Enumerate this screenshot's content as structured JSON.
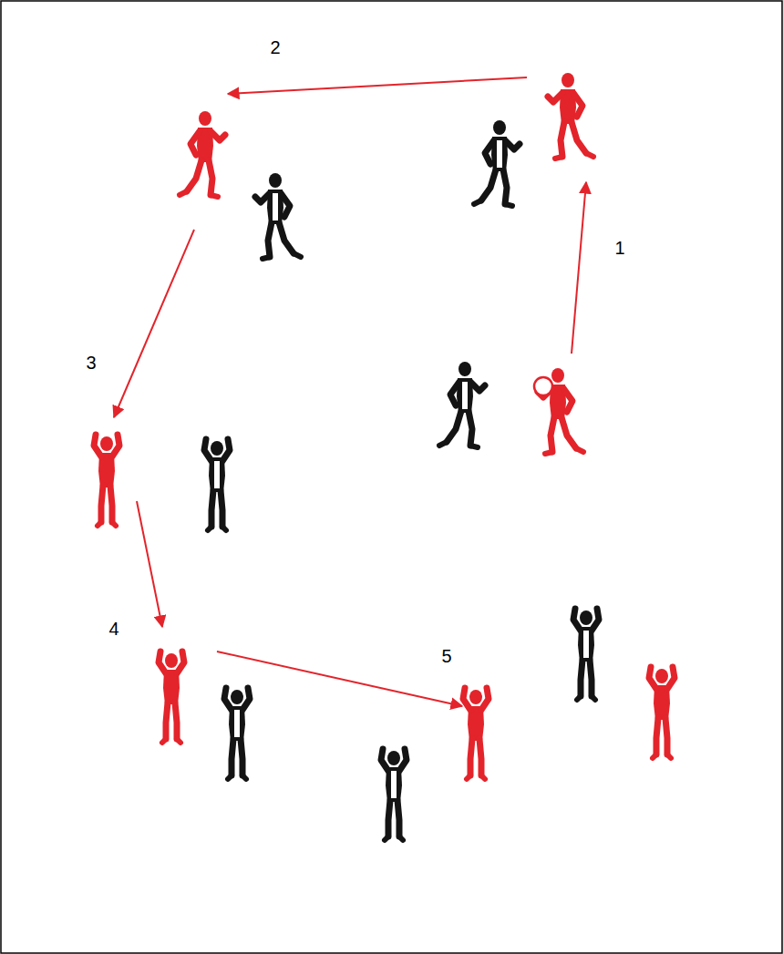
{
  "diagram": {
    "labels": [
      "2",
      "1",
      "3",
      "4",
      "5"
    ]
  }
}
